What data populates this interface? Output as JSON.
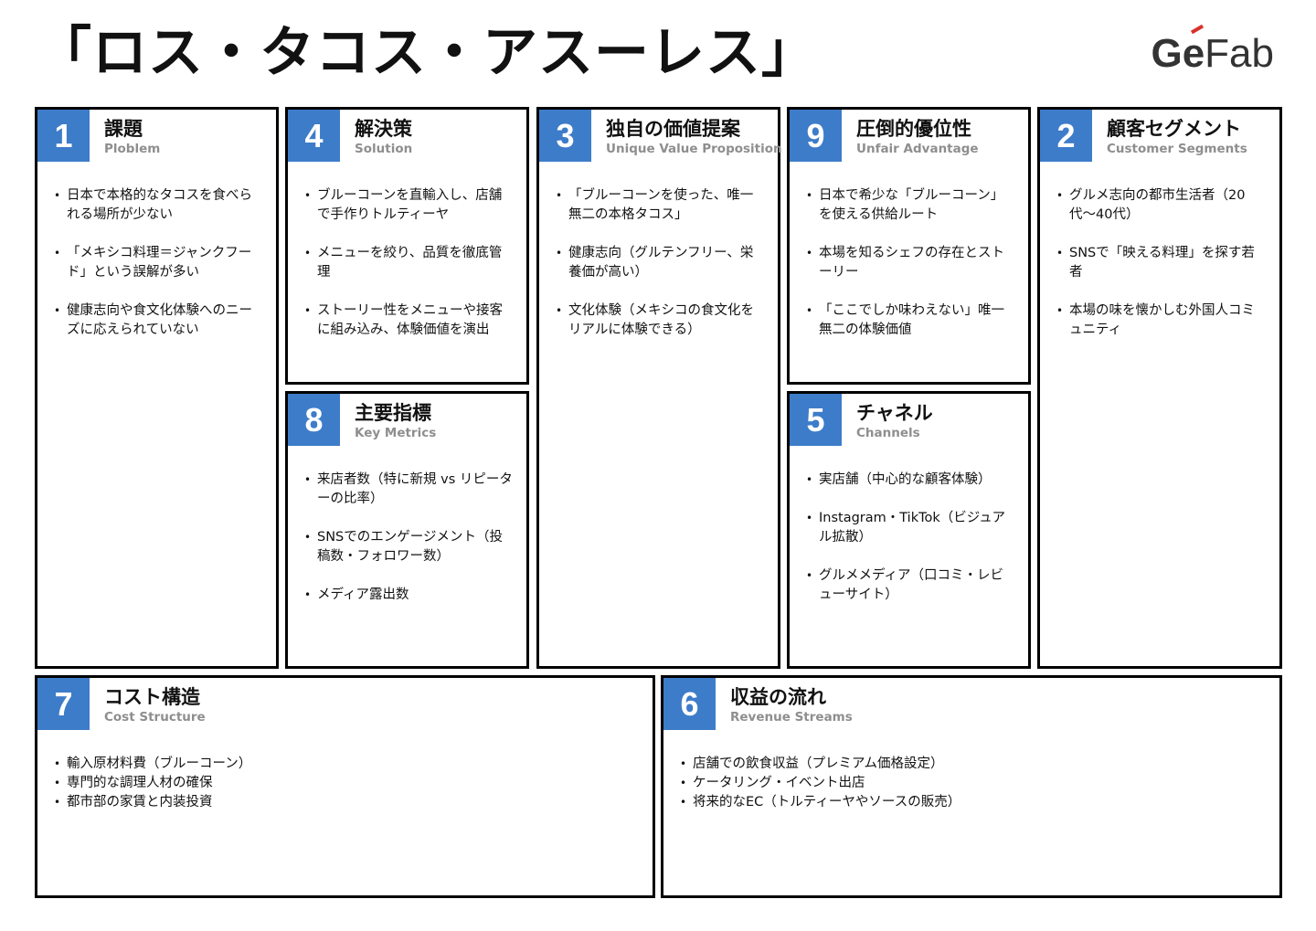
{
  "title": "「ロス・タコス・アスーレス」",
  "logo": {
    "g": "G",
    "e": "e",
    "fab": "Fab"
  },
  "blocks": {
    "problem": {
      "num": "1",
      "title": "課題",
      "subtitle": "Ploblem",
      "items": [
        "日本で本格的なタコスを食べられる場所が少ない",
        "「メキシコ料理＝ジャンクフード」という誤解が多い",
        "健康志向や食文化体験へのニーズに応えられていない"
      ]
    },
    "solution": {
      "num": "4",
      "title": "解決策",
      "subtitle": "Solution",
      "items": [
        "ブルーコーンを直輸入し、店舗で手作りトルティーヤ",
        "メニューを絞り、品質を徹底管理",
        "ストーリー性をメニューや接客に組み込み、体験価値を演出"
      ]
    },
    "uvp": {
      "num": "3",
      "title": "独自の価値提案",
      "subtitle": "Unique Value Proposition",
      "items": [
        "「ブルーコーンを使った、唯一無二の本格タコス」",
        "健康志向（グルテンフリー、栄養価が高い）",
        "文化体験（メキシコの食文化をリアルに体験できる）"
      ]
    },
    "advantage": {
      "num": "9",
      "title": "圧倒的優位性",
      "subtitle": "Unfair Advantage",
      "items": [
        "日本で希少な「ブルーコーン」を使える供給ルート",
        "本場を知るシェフの存在とストーリー",
        "「ここでしか味わえない」唯一無二の体験価値"
      ]
    },
    "segments": {
      "num": "2",
      "title": "顧客セグメント",
      "subtitle": "Customer Segments",
      "items": [
        "グルメ志向の都市生活者（20代〜40代）",
        "SNSで「映える料理」を探す若者",
        "本場の味を懐かしむ外国人コミュニティ"
      ]
    },
    "metrics": {
      "num": "8",
      "title": "主要指標",
      "subtitle": "Key Metrics",
      "items": [
        "来店者数（特に新規 vs リピーターの比率）",
        "SNSでのエンゲージメント（投稿数・フォロワー数）",
        "メディア露出数"
      ]
    },
    "channels": {
      "num": "5",
      "title": "チャネル",
      "subtitle": "Channels",
      "items": [
        "実店舗（中心的な顧客体験）",
        "Instagram・TikTok（ビジュアル拡散）",
        "グルメメディア（口コミ・レビューサイト）"
      ]
    },
    "cost": {
      "num": "7",
      "title": "コスト構造",
      "subtitle": "Cost Structure",
      "items": [
        "輸入原材料費（ブルーコーン）",
        "専門的な調理人材の確保",
        "都市部の家賃と内装投資"
      ]
    },
    "revenue": {
      "num": "6",
      "title": "収益の流れ",
      "subtitle": "Revenue Streams",
      "items": [
        "店舗での飲食収益（プレミアム価格設定）",
        "ケータリング・イベント出店",
        "将来的なEC（トルティーヤやソースの販売）"
      ]
    }
  }
}
